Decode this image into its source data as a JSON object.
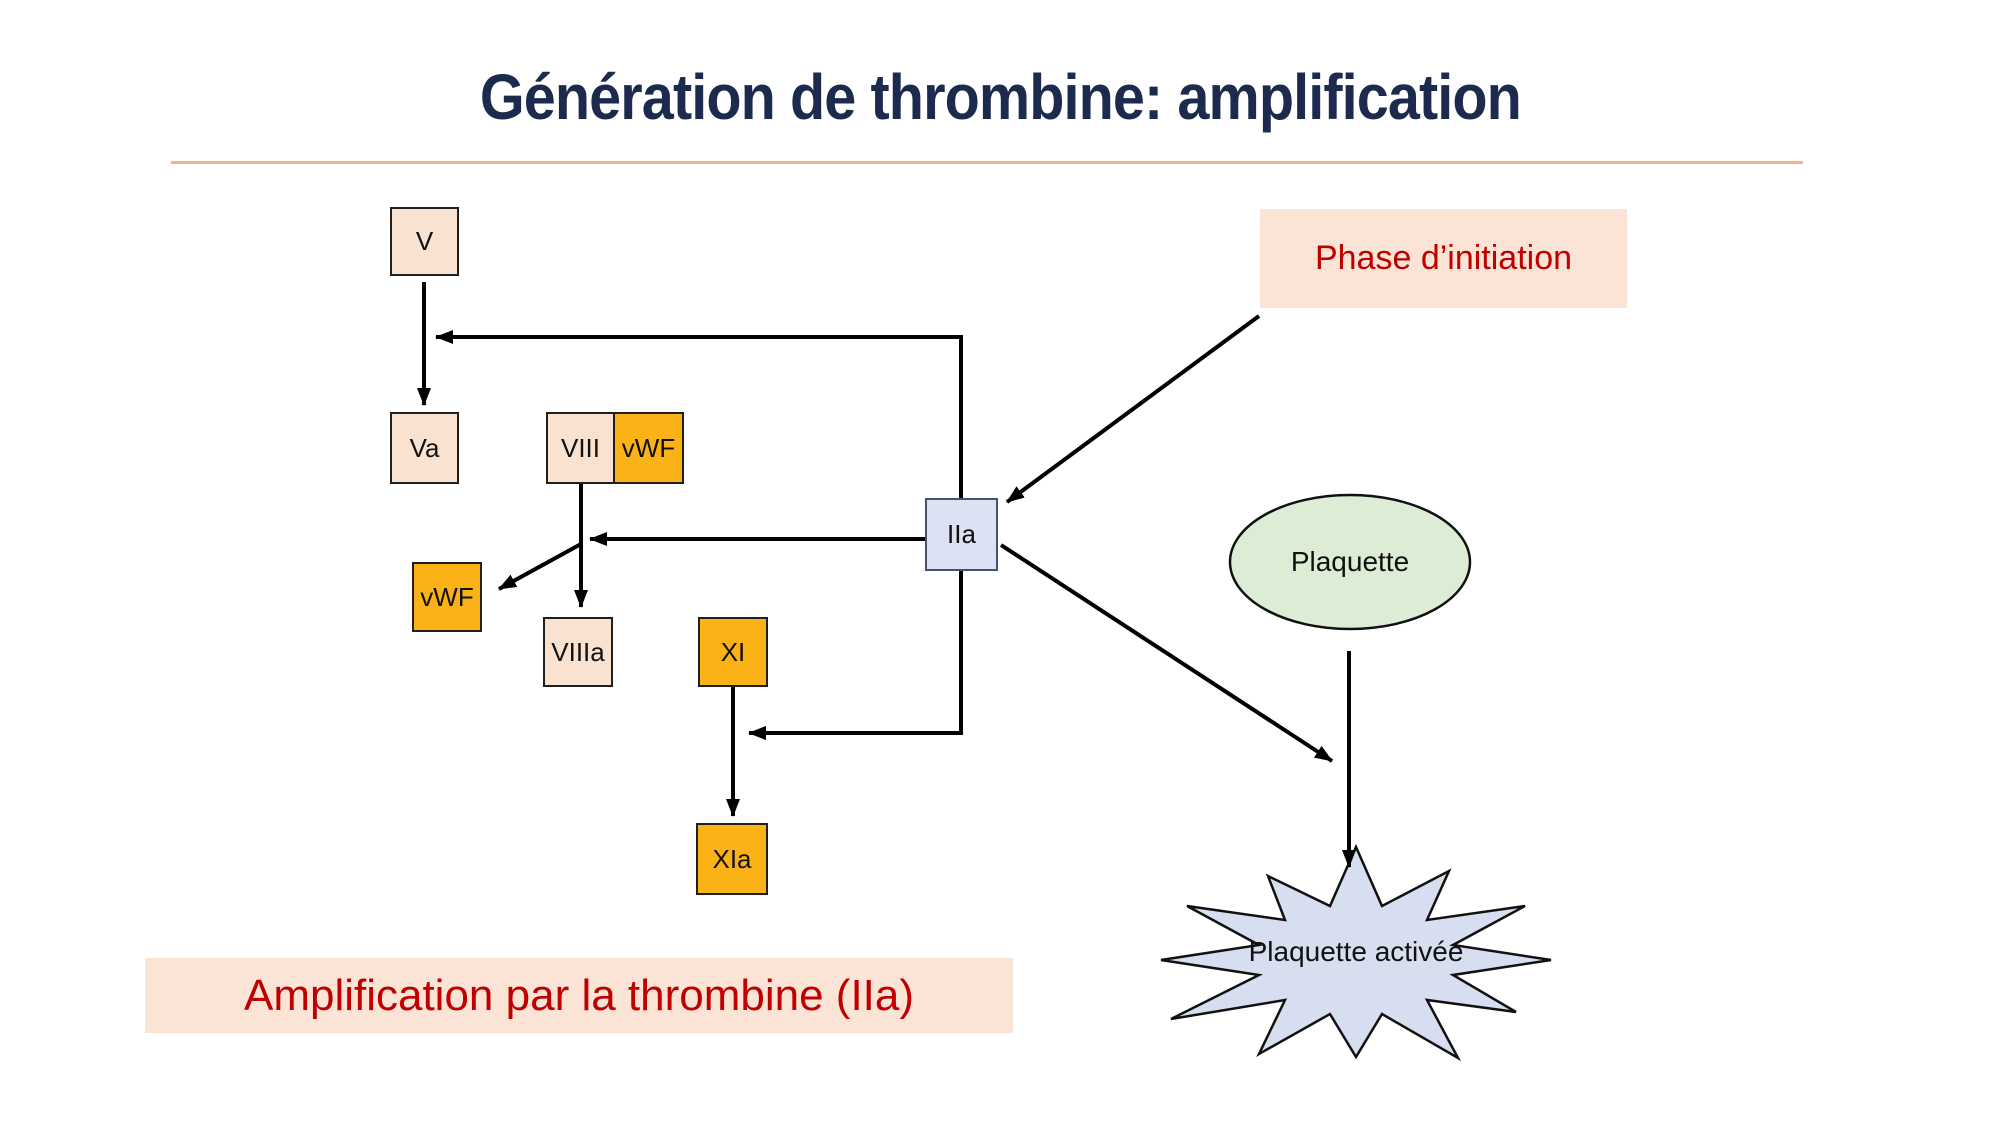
{
  "slide": {
    "title": "Génération de thrombine: amplification",
    "banners": {
      "phase_initiation": "Phase d’initiation",
      "amplification": "Amplification par la thrombine (IIa)"
    },
    "nodes": {
      "v": "V",
      "va": "Va",
      "viii": "VIII",
      "vwf_top": "vWF",
      "vwf_left": "vWF",
      "viiia": "VIIIa",
      "xi": "XI",
      "xia": "XIa",
      "iia": "IIa",
      "plaquette": "Plaquette",
      "plaquette_activee": "Plaquette activée"
    },
    "colors": {
      "title_text": "#1c2b4d",
      "rule": "#f2b488",
      "peach_node_fill": "#f9e2d0",
      "orange_node_fill": "#fbb216",
      "iia_node_fill": "#dce2f3",
      "banner_fill": "#fbe4d5",
      "banner_text": "#c00000",
      "ellipse_fill": "#ddecd5",
      "star_fill": "#d7def0",
      "arrow": "#000000"
    }
  }
}
